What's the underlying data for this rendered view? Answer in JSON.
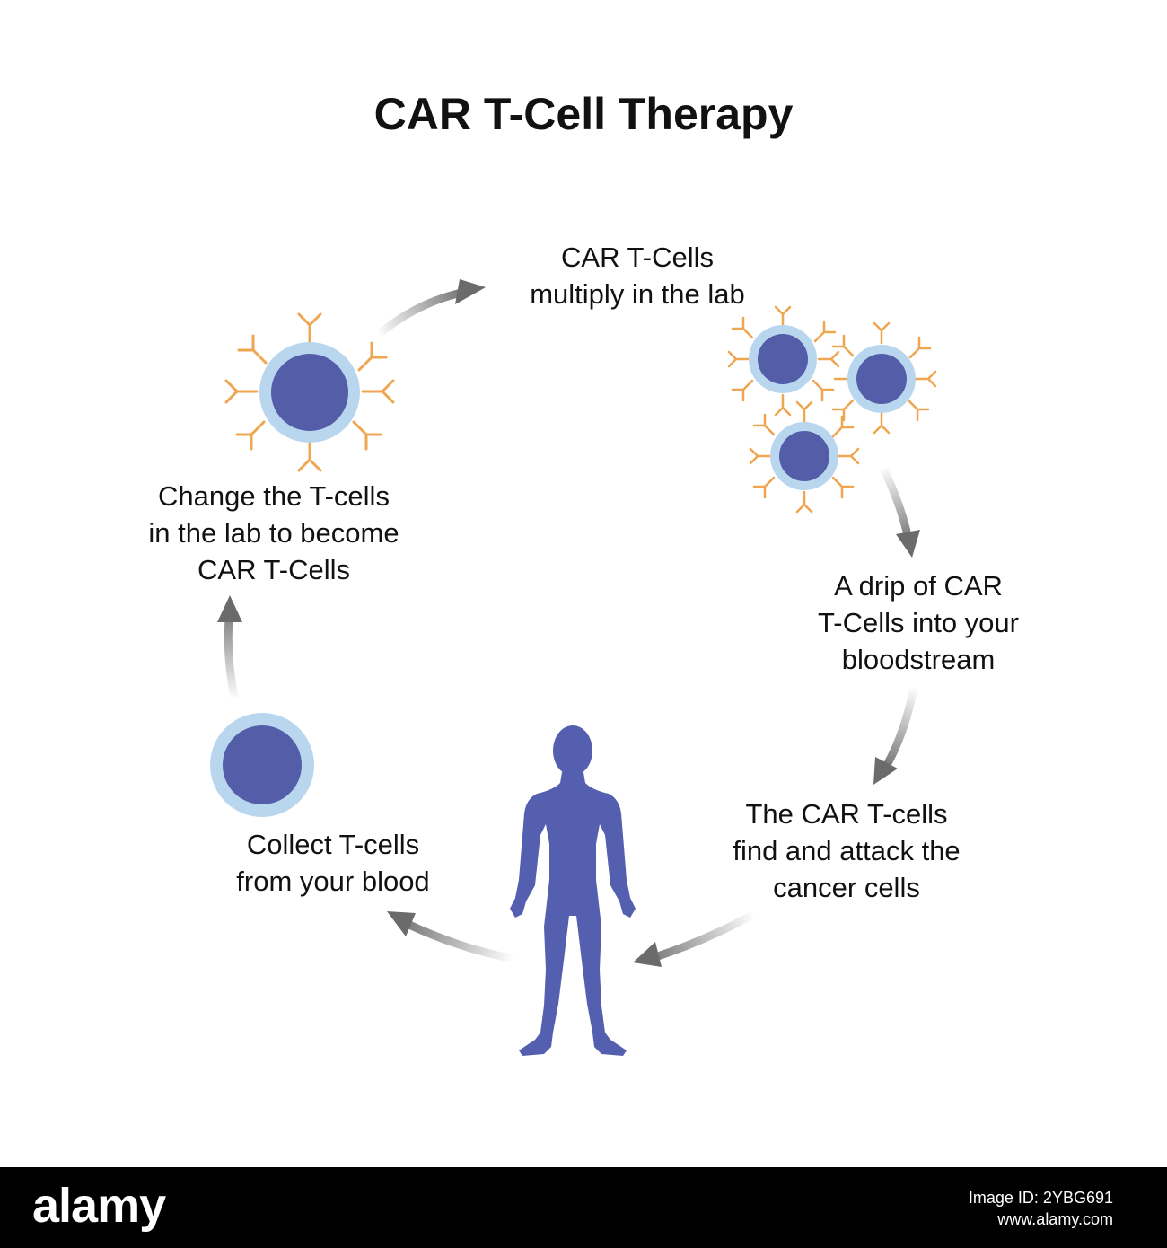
{
  "title": "CAR T-Cell Therapy",
  "colors": {
    "nucleus": "#545da8",
    "membrane": "#b9d6ef",
    "receptor": "#f0a550",
    "human": "#555fb0",
    "arrow": "#6b6b6b",
    "footer_bg": "#000000"
  },
  "steps": {
    "collect": {
      "line1": "Collect T-cells",
      "line2": "from your blood"
    },
    "change": {
      "line1": "Change the T-cells",
      "line2": "in the lab to become",
      "line3": "CAR T-Cells"
    },
    "multiply": {
      "line1": "CAR T-Cells",
      "line2": "multiply in the lab"
    },
    "drip": {
      "line1": "A drip of CAR",
      "line2": "T-Cells  into your",
      "line3": "bloodstream"
    },
    "attack": {
      "line1": "The CAR T-cells",
      "line2": "find and attack the",
      "line3": "cancer cells"
    }
  },
  "icons": {
    "plain_cell": "t-cell-icon",
    "car_cell": "car-t-cell-icon",
    "cluster": "car-t-cell-cluster-icon",
    "human": "human-body-icon",
    "arrow": "arrow-icon"
  },
  "footer": {
    "logo": "alamy",
    "image_id": "Image ID: 2YBG691",
    "site": "www.alamy.com"
  }
}
